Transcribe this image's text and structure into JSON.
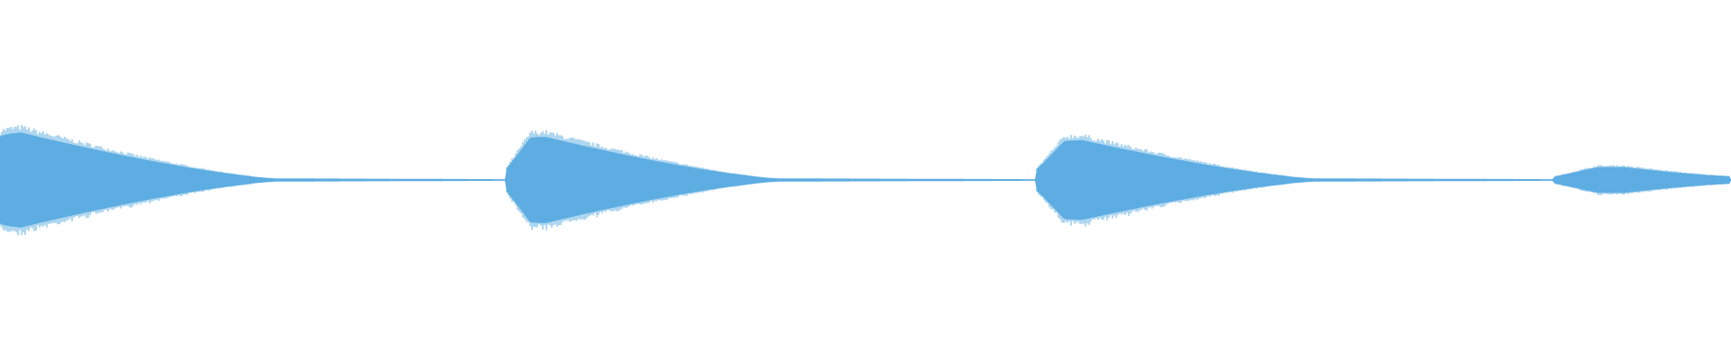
{
  "waveform": {
    "color": "#5dade2",
    "background": "#ffffff",
    "duration_fraction_scale": 1,
    "bursts": [
      {
        "start": 0.0,
        "peak": 0.012,
        "attack_amp": 0.8,
        "peak_amp": 0.88,
        "decay_end": 0.16,
        "tail_amp": 0.03
      },
      {
        "start": 0.292,
        "peak": 0.315,
        "attack_amp": 0.74,
        "peak_amp": 0.8,
        "decay_end": 0.45,
        "tail_amp": 0.03
      },
      {
        "start": 0.598,
        "peak": 0.625,
        "attack_amp": 0.66,
        "peak_amp": 0.74,
        "decay_end": 0.76,
        "tail_amp": 0.03
      },
      {
        "start": 0.897,
        "peak": 0.938,
        "attack_amp": 0.22,
        "peak_amp": 0.24,
        "decay_end": 1.0,
        "tail_amp": 0.07
      }
    ],
    "tail_floor_amp": 0.015
  }
}
